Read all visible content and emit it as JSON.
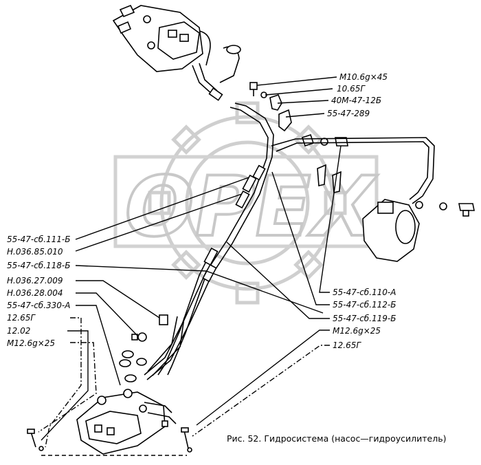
{
  "watermark": "OPEX",
  "caption": "Рис. 52. Гидросистема (насос—гидроусилитель)",
  "labels_left": [
    "55-47-сб.111-Б",
    "Н.036.85.010",
    "55-47-сб.118-Б",
    "Н.036.27.009",
    "Н.036.28.004",
    "55-47-сб.330-А",
    "12.65Г",
    "12.02",
    "М12.6g×25"
  ],
  "labels_right_top": [
    "М10.6g×45",
    "10.65Г",
    "40М-47-12Б",
    "55-47-289"
  ],
  "labels_right_mid": [
    "55-47-сб.110-А",
    "55-47-сб.112-Б",
    "55-47-сб.119-Б",
    "М12.6g×25",
    "12.65Г"
  ]
}
